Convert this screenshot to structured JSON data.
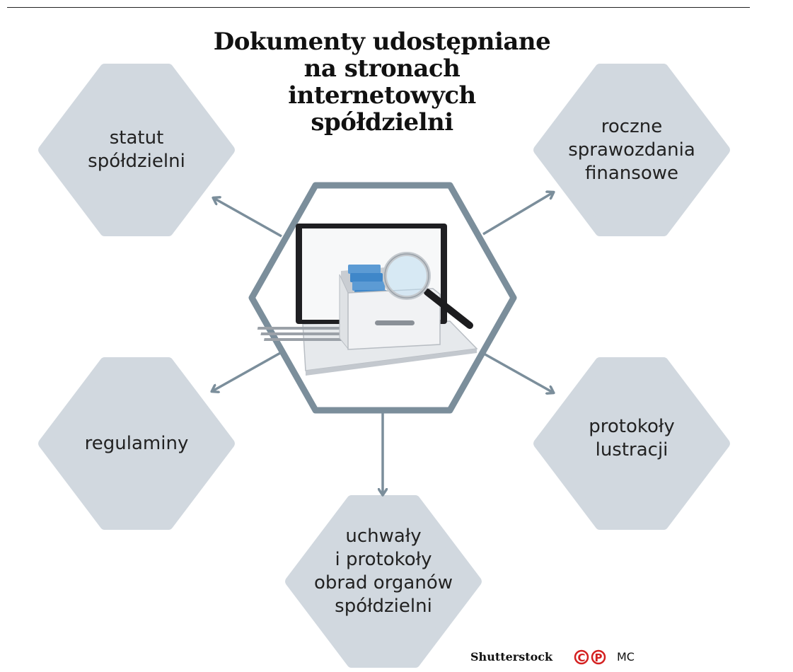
{
  "title": {
    "lines": [
      "Dokumenty udostępniane",
      "na stronach",
      "internetowych",
      "spółdzielni"
    ]
  },
  "nodes": {
    "statut": {
      "lines": [
        "statut",
        "spółdzielni"
      ]
    },
    "sprawozdania": {
      "lines": [
        "roczne",
        "sprawozdania",
        "finansowe"
      ]
    },
    "regulaminy": {
      "lines": [
        "regulaminy"
      ]
    },
    "protokoly": {
      "lines": [
        "protokoły",
        "lustracji"
      ]
    },
    "uchwaly": {
      "lines": [
        "uchwały",
        "i protokoły",
        "obrad organów",
        "spółdzielni"
      ]
    }
  },
  "center": {
    "icon": "laptop-file-drawer-magnifier-icon"
  },
  "credits": {
    "source": "Shutterstock",
    "symbols_icon": "copyright-phonogram-icon",
    "author": "MC"
  },
  "colors": {
    "hex_fill": "#d1d8df",
    "center_stroke": "#7b8e9b",
    "arrow": "#7b8e9b"
  }
}
